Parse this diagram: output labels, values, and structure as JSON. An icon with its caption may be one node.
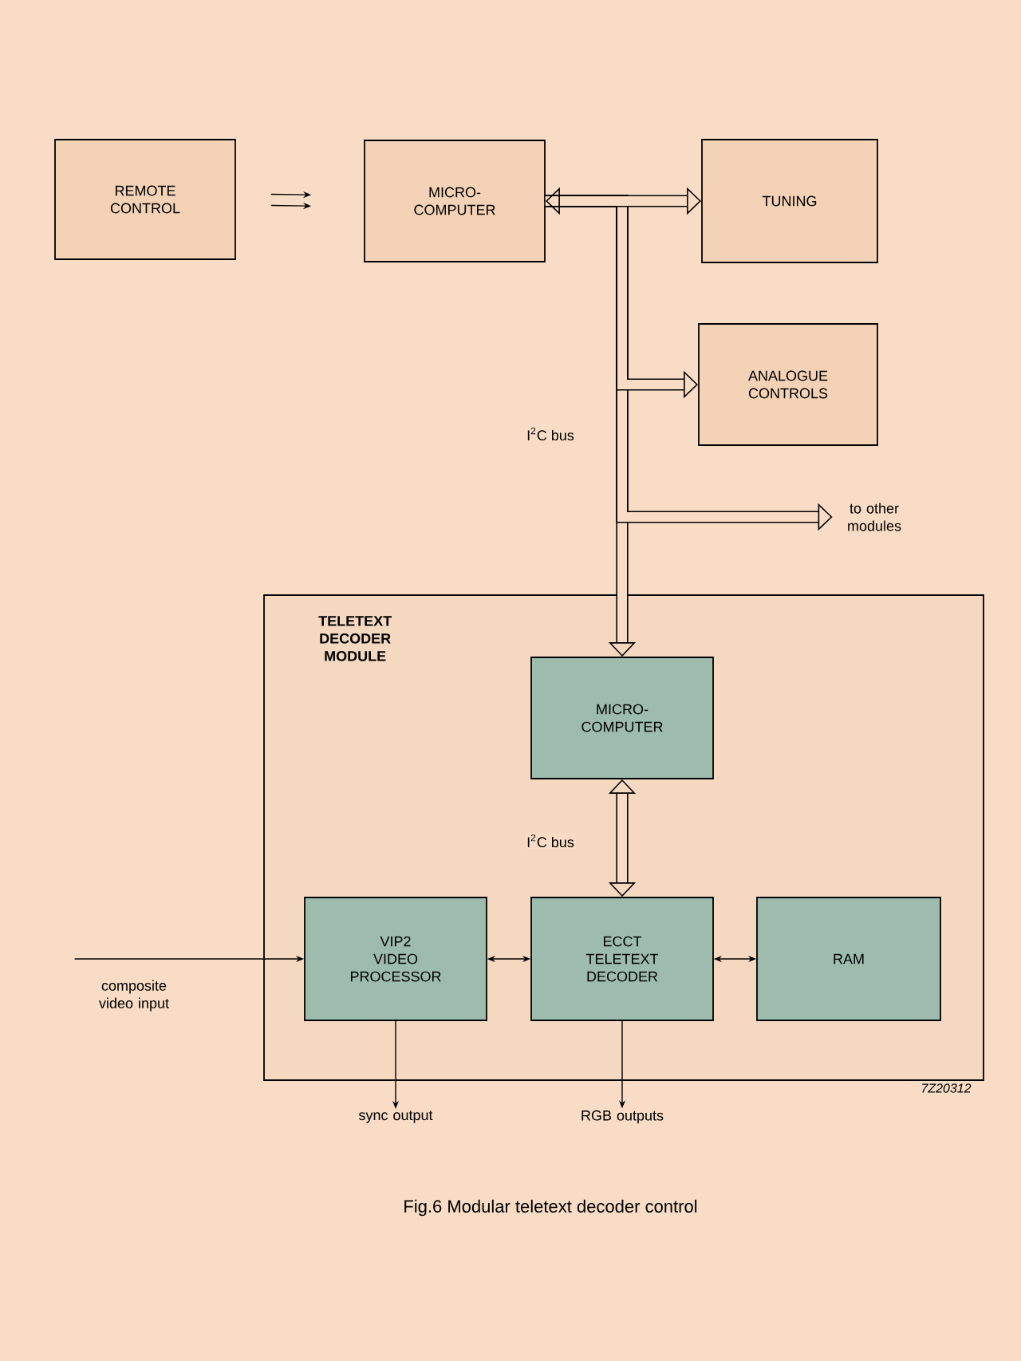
{
  "diagram": {
    "caption": "Fig.6 Modular teletext decoder control",
    "nodes": [
      {
        "text": [
          "REMOTE CONTROL"
        ]
      },
      {
        "text": [
          "MICRO- COMPUTER"
        ]
      },
      {
        "text": [
          "TUNING"
        ]
      },
      {
        "text": [
          "ANALOGUE CONTROLS"
        ]
      },
      {
        "text": [
          "to other modules"
        ]
      },
      {
        "text": [
          "TELETEXT DECODER MODULE"
        ]
      },
      {
        "text": [
          "MICRO- COMPUTER"
        ],
        "in": 5
      },
      {
        "text": [
          "VIP2",
          "VIDEO PROCESSOR"
        ],
        "in": 5
      },
      {
        "text": [
          "ECCT",
          "TELETEXT DECODER"
        ],
        "in": 5
      },
      {
        "text": [
          "RAM"
        ],
        "in": 5
      },
      {
        "text": [
          "composite video input"
        ]
      },
      {
        "text": [
          "sync output"
        ]
      },
      {
        "text": [
          "RGB outputs"
        ]
      }
    ],
    "edges": [
      {
        "from": 0,
        "to": 1,
        "arrow": "to"
      },
      {
        "from": 1,
        "to": 2,
        "arrow": "both",
        "style": "thick"
      },
      {
        "from": 1,
        "to": 3,
        "arrow": "to",
        "style": "thick"
      },
      {
        "from": 1,
        "to": 4,
        "arrow": "to",
        "style": "thick"
      },
      {
        "from": 1,
        "to": 6,
        "arrow": "to",
        "style": "thick",
        "label": "I$^{2}$C bus"
      },
      {
        "from": 6,
        "to": 8,
        "arrow": "both",
        "style": "thick",
        "label": "I$^{2}$C bus"
      },
      {
        "from": 7,
        "to": 8,
        "arrow": "both"
      },
      {
        "from": 8,
        "to": 9,
        "arrow": "both"
      },
      {
        "from": 10,
        "to": 7,
        "arrow": "to"
      },
      {
        "from": 7,
        "to": 11,
        "arrow": "to"
      },
      {
        "from": 8,
        "to": 12,
        "arrow": "to"
      }
    ],
    "labels": [
      "7Z20312"
    ]
  }
}
